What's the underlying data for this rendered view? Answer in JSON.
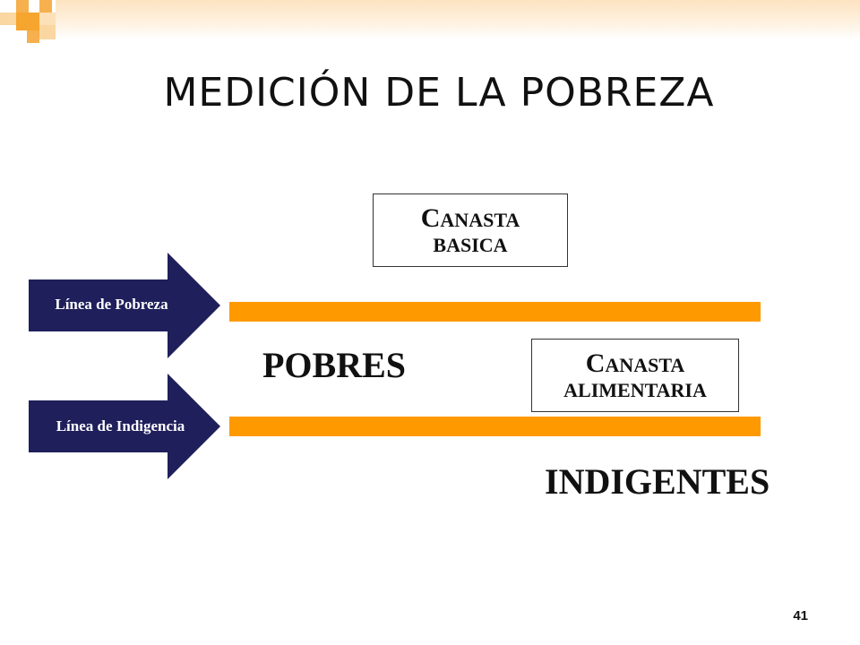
{
  "slide": {
    "title": "MEDICIÓN DE LA POBREZA",
    "page_number": "41",
    "accent_color": "#ff9900",
    "arrow_color": "#1f1f5c"
  },
  "boxes": {
    "canasta_basica": {
      "first_letter": "C",
      "line1_rest": "ANASTA",
      "line2": "BASICA"
    },
    "canasta_alimentaria": {
      "first_letter": "C",
      "line1_rest": "ANASTA",
      "line2": "ALIMENTARIA"
    }
  },
  "arrows": {
    "pobreza": "Línea de Pobreza",
    "indigencia": "Línea de Indigencia"
  },
  "labels": {
    "pobres": "POBRES",
    "indigentes": "INDIGENTES"
  }
}
